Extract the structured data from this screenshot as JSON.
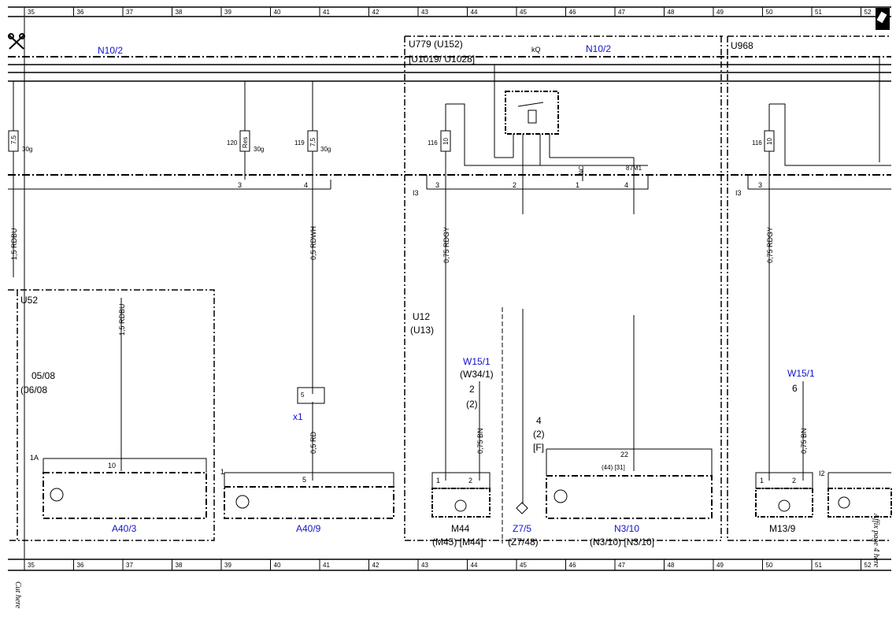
{
  "ruler": {
    "numbers": [
      "35",
      "36",
      "37",
      "38",
      "39",
      "40",
      "41",
      "42",
      "43",
      "44",
      "45",
      "46",
      "47",
      "48",
      "49",
      "50",
      "51",
      "52"
    ]
  },
  "header": {
    "left_label": "N10/2",
    "mid_label": "U779  (U152)",
    "mid_label2": "[U1019/ U1028]",
    "kq": "kQ",
    "mid_blue": "N10/2",
    "right_label": "U968"
  },
  "fuses": [
    {
      "num": "",
      "rating": "7,5",
      "term": "30g"
    },
    {
      "num": "120",
      "rating": "Res",
      "term": "30g"
    },
    {
      "num": "119",
      "rating": "7,5",
      "term": "30g"
    },
    {
      "num": "116",
      "rating": "10",
      "term": ""
    },
    {
      "num": "116",
      "rating": "10",
      "term": ""
    }
  ],
  "connector": {
    "pins": [
      "3",
      "4",
      "3",
      "2",
      "1",
      "4",
      "3"
    ],
    "i3": "I3",
    "nc": "NC",
    "87m1": "87M1"
  },
  "wires": [
    "1,5 RDBU",
    "0,5 RDWH",
    "0,75 RDGY",
    "0,75 RDGY",
    "1,5 RDBU",
    "0,5 RD",
    "0,75 BN",
    "0,75 BN"
  ],
  "modules": {
    "u52": "U52",
    "arrow1": "05/08",
    "arrow2": "(06/08",
    "a40_3": "A40/3",
    "a40_3_pin": "10",
    "a40_3_conn": "1A",
    "x1": "x1",
    "x1_pin": "5",
    "a40_9": "A40/9",
    "a40_9_pin": "5",
    "a40_9_conn": "1",
    "u12": "U12",
    "u13": "(U13)",
    "w15_1": "W15/1",
    "w34_1": "(W34/1)",
    "w_pin": "2",
    "w_pin2": "(2)",
    "m44": "M44",
    "m45": "(M45)  [M44]",
    "m44_pin1": "1",
    "m44_pin2": "2",
    "z7_5": "Z7/5",
    "z7_48": "(Z7/48)",
    "z_4": "4",
    "z_2": "(2)",
    "z_f": "[F]",
    "n3_10": "N3/10",
    "n3_10b": "(N3/10)  [N3/10]",
    "n3_pin": "22",
    "n3_pin2": "(44) [31]",
    "w15_1b": "W15/1",
    "w_pin_b": "6",
    "m13_9": "M13/9",
    "m13_pin1": "1",
    "m13_pin2": "2",
    "i2": "I2"
  },
  "side": {
    "affix": "Affix page 4 here",
    "cut": "Cut here"
  }
}
